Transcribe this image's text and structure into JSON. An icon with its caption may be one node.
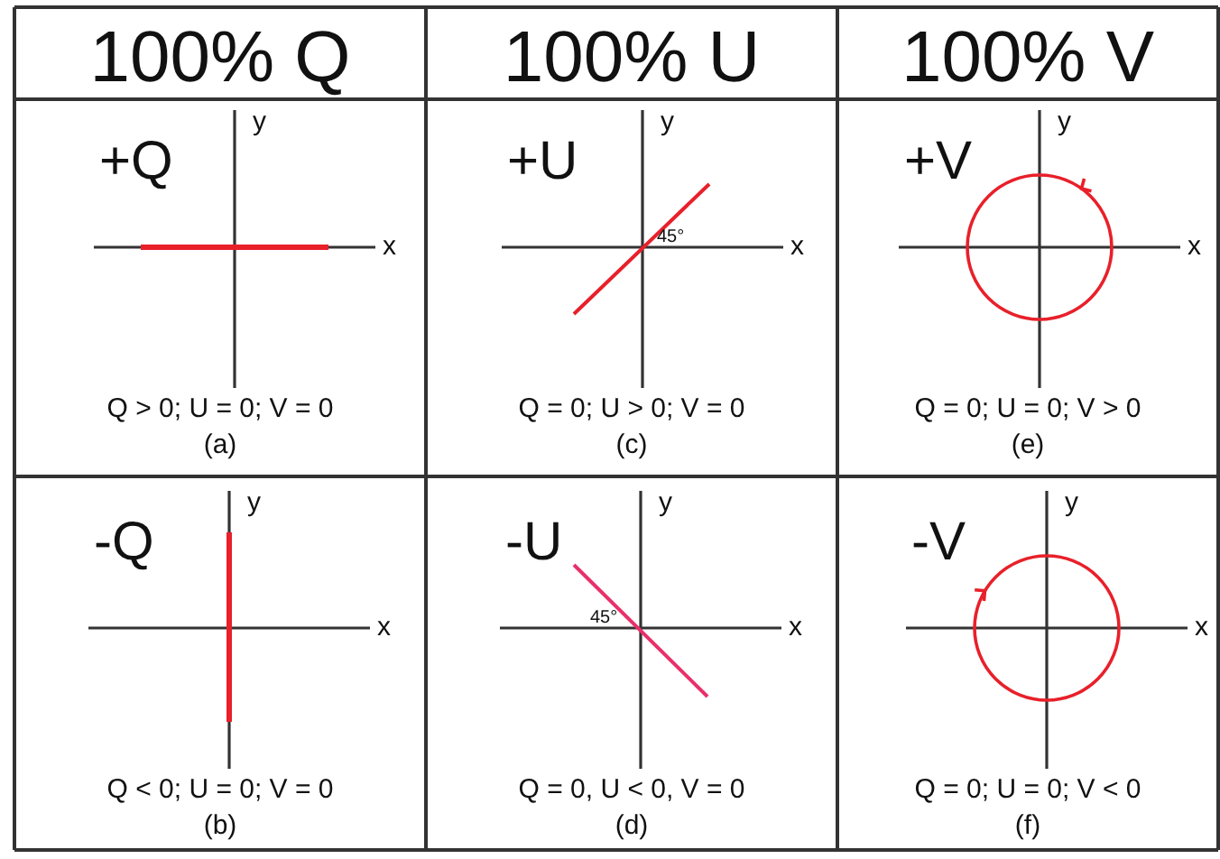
{
  "diagram": {
    "labels": [
      "100% Q",
      "100% U",
      "100% V",
      "+Q",
      "y",
      "x",
      "Q > 0; U = 0; V = 0",
      "(a)",
      "+U",
      "y",
      "45°",
      "x",
      "Q = 0; U > 0; V = 0",
      "(c)",
      "+V",
      "y",
      "x",
      "Q = 0; U = 0; V > 0",
      "(e)",
      "-Q",
      "y",
      "x",
      "Q < 0; U = 0; V = 0",
      "(b)",
      "-U",
      "y",
      "45°",
      "x",
      "Q = 0, U < 0, V = 0",
      "(d)",
      "-V",
      "y",
      "x",
      "Q = 0; U = 0; V < 0",
      "(f)"
    ]
  }
}
